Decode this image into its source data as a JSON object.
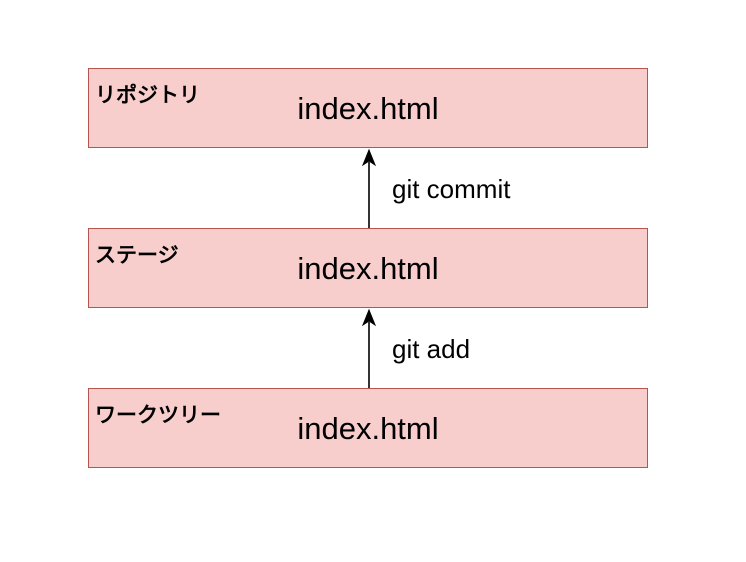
{
  "colors": {
    "box_fill": "#f8cecc",
    "box_border": "#b85450",
    "arrow": "#000000"
  },
  "stages": [
    {
      "label": "リポジトリ",
      "file": "index.html"
    },
    {
      "label": "ステージ",
      "file": "index.html"
    },
    {
      "label": "ワークツリー",
      "file": "index.html"
    }
  ],
  "commands": [
    {
      "label": "git commit"
    },
    {
      "label": "git add"
    }
  ]
}
